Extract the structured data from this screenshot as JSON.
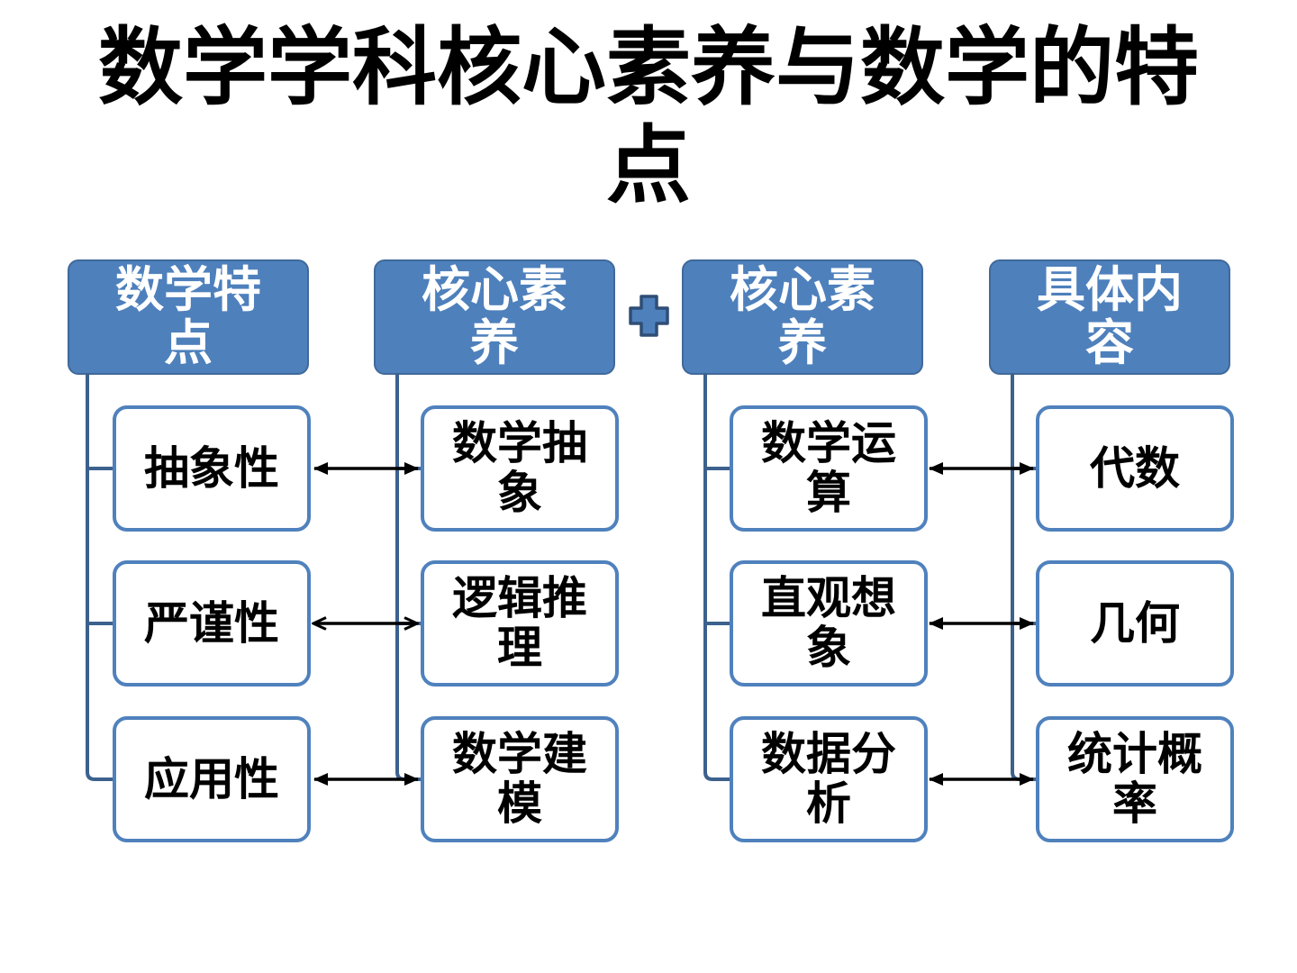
{
  "title": "数学学科核心素养与数学的特\n点",
  "columns": [
    {
      "header": "数学特\n点",
      "items": [
        {
          "text": "抽象性"
        },
        {
          "text": "严谨性"
        },
        {
          "text": "应用性"
        }
      ]
    },
    {
      "header": "核心素\n养",
      "items": [
        {
          "text": "数学抽\n象"
        },
        {
          "text": "逻辑推\n理"
        },
        {
          "text": "数学建\n模"
        }
      ]
    },
    {
      "header": "核心素\n养",
      "items": [
        {
          "text": "数学运\n算"
        },
        {
          "text": "直观想\n象"
        },
        {
          "text": "数据分\n析"
        }
      ]
    },
    {
      "header": "具体内\n容",
      "items": [
        {
          "text": "代数"
        },
        {
          "text": "几何"
        },
        {
          "text": "统计概\n率"
        }
      ]
    }
  ],
  "connections": [
    {
      "from": "抽象性",
      "to": "数学抽象",
      "bidirectional": true,
      "head_style": "triangle"
    },
    {
      "from": "严谨性",
      "to": "逻辑推理",
      "bidirectional": true,
      "head_style": "open"
    },
    {
      "from": "应用性",
      "to": "数学建模",
      "bidirectional": true,
      "head_style": "triangle"
    },
    {
      "from": "数学运算",
      "to": "代数",
      "bidirectional": true,
      "head_style": "triangle"
    },
    {
      "from": "直观想象",
      "to": "几何",
      "bidirectional": true,
      "head_style": "triangle"
    },
    {
      "from": "数据分析",
      "to": "统计概率",
      "bidirectional": true,
      "head_style": "triangle"
    }
  ],
  "plus_icon": "plus",
  "colors": {
    "header_fill": "#4e80bc",
    "header_border": "#40699a",
    "header_text": "#ffffff",
    "node_border": "#4f81bd",
    "node_text": "#000000",
    "connector": "#3c618d",
    "arrow": "#000000",
    "plus_fill": "#4e80bc",
    "plus_stroke": "#2f4e75"
  }
}
